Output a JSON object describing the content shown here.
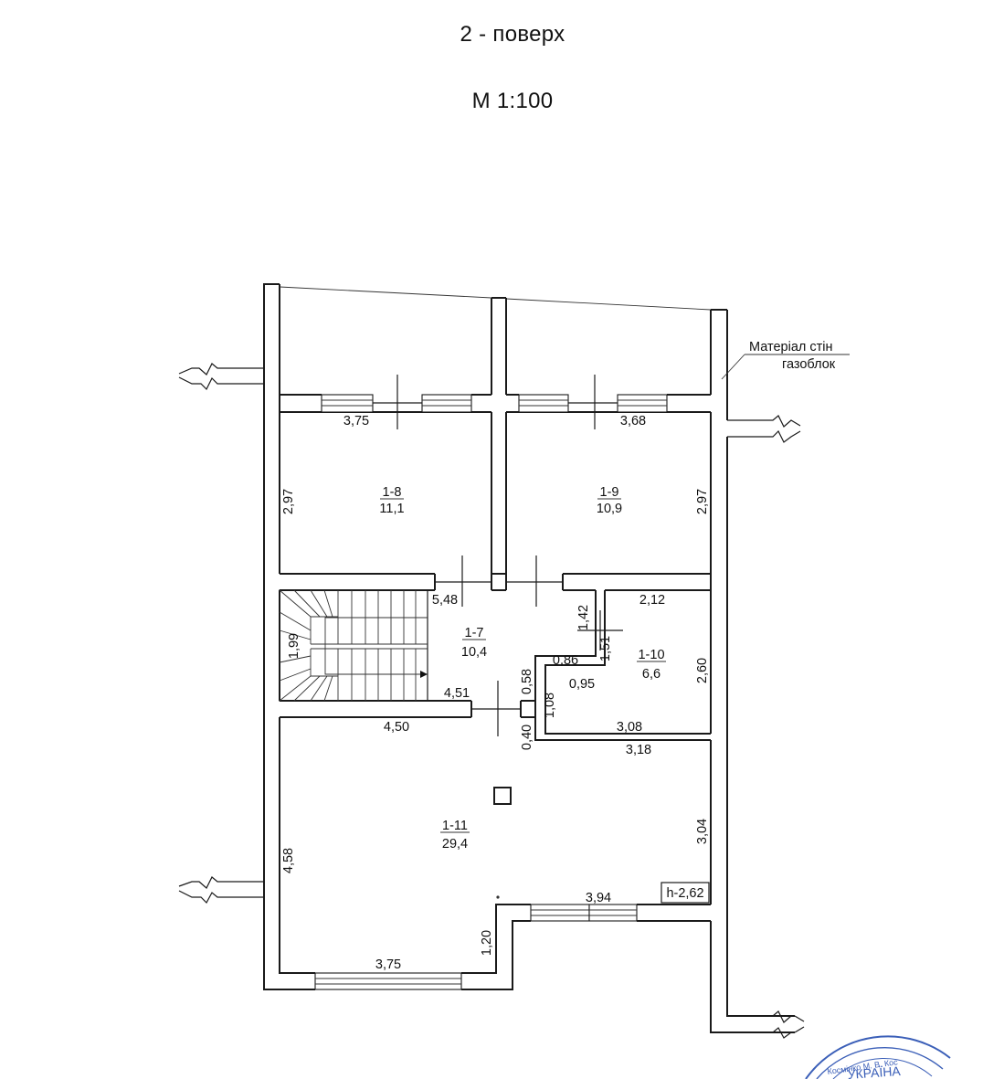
{
  "header": {
    "floor": "2 - поверх",
    "scale": "М 1:100"
  },
  "wall_note": {
    "line1": "Матеріал стін",
    "line2": "газоблок"
  },
  "rooms": [
    {
      "id": "1-8",
      "area": "11,1"
    },
    {
      "id": "1-9",
      "area": "10,9"
    },
    {
      "id": "1-7",
      "area": "10,4"
    },
    {
      "id": "1-10",
      "area": "6,6"
    },
    {
      "id": "1-11",
      "area": "29,4"
    }
  ],
  "dimensions": {
    "d_375_top": "3,75",
    "d_368_top": "3,68",
    "d_297_left": "2,97",
    "d_297_right": "2,97",
    "d_548": "5,48",
    "d_212": "2,12",
    "d_142": "1,42",
    "d_199": "1,99",
    "d_151": "1,51",
    "d_086": "0,86",
    "d_095": "0,95",
    "d_058": "0,58",
    "d_260": "2,60",
    "d_451": "4,51",
    "d_108": "1,08",
    "d_450": "4,50",
    "d_040": "0,40",
    "d_308": "3,08",
    "d_318": "3,18",
    "d_304": "3,04",
    "d_458": "4,58",
    "d_394": "3,94",
    "d_120": "1,20",
    "d_375_bottom": "3,75"
  },
  "height_label": "h-2,62",
  "stamp": {
    "top": "Космінко М. В. Кос",
    "country": "УКРАЇНА"
  }
}
